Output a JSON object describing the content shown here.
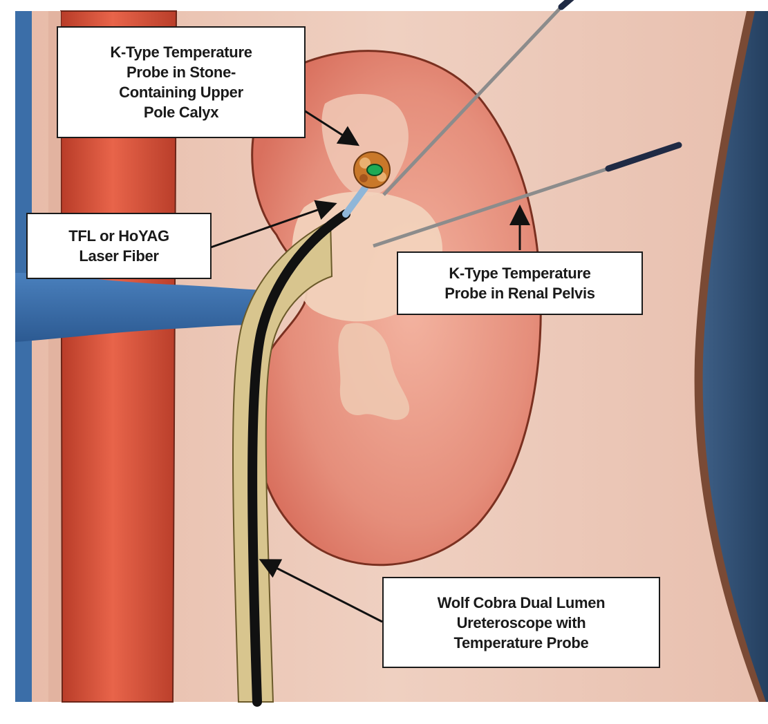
{
  "figure": {
    "structures": [
      "kidney",
      "renal-pelvis",
      "upper-pole-calyx",
      "kidney-stone",
      "aorta",
      "renal-vein",
      "ureter"
    ],
    "instruments": [
      "ureteroscope",
      "laser-fiber",
      "temperature-probe-calyx",
      "temperature-probe-pelvis"
    ]
  },
  "labels": {
    "calyx_probe": "K-Type Temperature\nProbe in Stone-\nContaining Upper\nPole Calyx",
    "laser_fiber": "TFL or HoYAG\nLaser Fiber",
    "pelvis_probe": "K-Type Temperature\nProbe in Renal Pelvis",
    "ureteroscope": "Wolf Cobra Dual Lumen\nUreteroscope with\nTemperature Probe"
  },
  "colors": {
    "background_skin": "#e9c3b2",
    "body_edge": "#7a4a35",
    "side_panel": "#2e4c6e",
    "aorta": "#d9533a",
    "vein": "#3b6ea8",
    "kidney": "#e39382",
    "kidney_outline": "#7a3020",
    "pelvis": "#efcfb6",
    "ureter_sheath": "#d8c58e",
    "scope": "#111111",
    "fiber_tip": "#8fb6d8",
    "stone": "#c9782a",
    "stone_core": "#1faa55",
    "probe_shaft": "#8c8c8c",
    "probe_handle": "#1f2a44"
  }
}
